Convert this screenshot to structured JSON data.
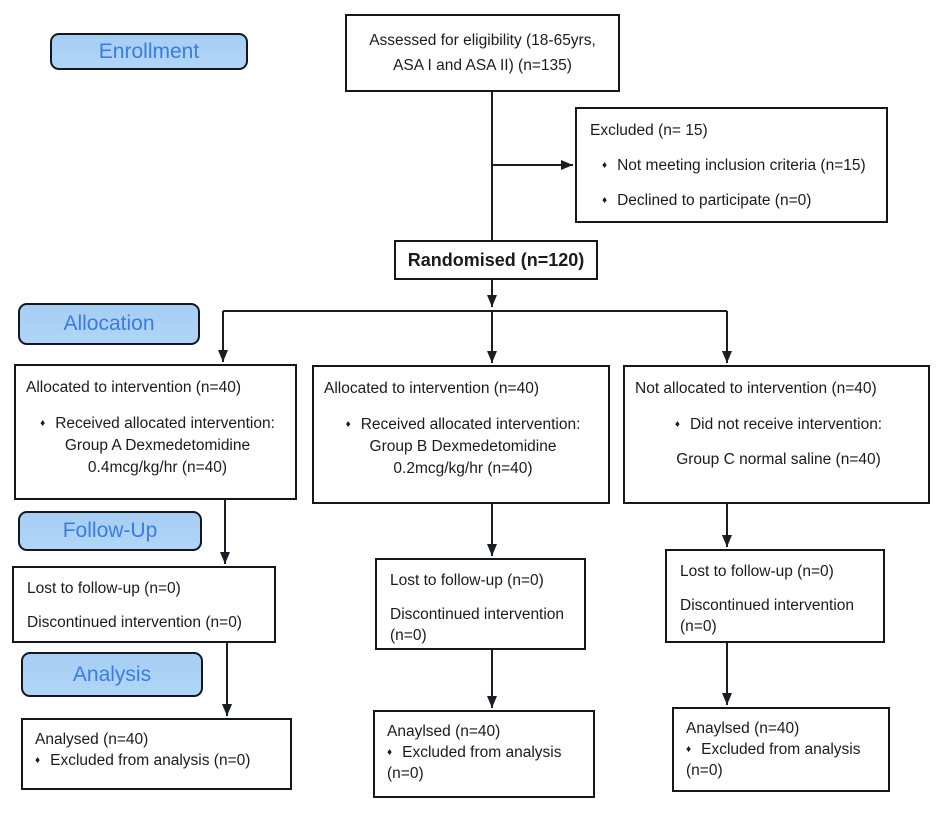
{
  "figure": {
    "kind": "CONSORT participant flow diagram"
  },
  "stages": {
    "enrollment": "Enrollment",
    "allocation": "Allocation",
    "followup": "Follow-Up",
    "analysis": "Analysis"
  },
  "glyphs": {
    "bullet": "♦"
  },
  "colors": {
    "stage_fill": "#a9d0f4",
    "stage_text": "#3b7ce2",
    "line": "#1c1c24",
    "box_border": "#16161e",
    "box_bg": "#ffffff"
  },
  "boxes": {
    "assessed": {
      "lines": [
        "Assessed for eligibility (18-65yrs,",
        "ASA I and ASA II) (n=135)"
      ]
    },
    "excluded": {
      "title": "Excluded (n= 15)",
      "bullets": [
        "Not meeting inclusion criteria (n=15)",
        "Declined to participate (n=0)"
      ]
    },
    "randomised": {
      "title": "Randomised (n=120)"
    },
    "alloc_a": {
      "title": "Allocated to intervention (n=40)",
      "bullet": "Received allocated intervention:",
      "detail1": "Group A Dexmedetomidine",
      "detail2": "0.4mcg/kg/hr (n=40)"
    },
    "alloc_b": {
      "title": "Allocated to intervention (n=40)",
      "bullet": "Received allocated intervention:",
      "detail1": "Group B Dexmedetomidine",
      "detail2": "0.2mcg/kg/hr (n=40)"
    },
    "alloc_c": {
      "title": "Not allocated to intervention (n=40)",
      "bullet": "Did not receive intervention:",
      "detail1": "Group C normal saline (n=40)"
    },
    "fu_a": {
      "line1": "Lost to follow-up (n=0)",
      "line2": "Discontinued intervention (n=0)"
    },
    "fu_b": {
      "line1": "Lost to follow-up (n=0)",
      "line2": "Discontinued intervention",
      "line3": "(n=0)"
    },
    "fu_c": {
      "line1": "Lost to follow-up (n=0)",
      "line2": "Discontinued intervention",
      "line3": "(n=0)"
    },
    "an_a": {
      "title": "Analysed (n=40)",
      "bullet": "Excluded from analysis (n=0)"
    },
    "an_b": {
      "title": "Anaylsed (n=40)",
      "bullet": "Excluded from analysis",
      "overflow": "(n=0)"
    },
    "an_c": {
      "title": "Anaylsed (n=40)",
      "bullet": "Excluded from analysis",
      "overflow": "(n=0)"
    }
  }
}
